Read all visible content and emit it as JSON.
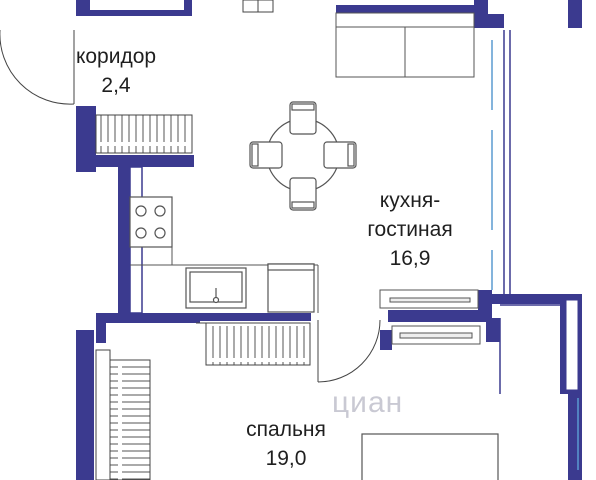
{
  "plan": {
    "wall_color": "#3b3a8f",
    "rooms": [
      {
        "id": "corridor",
        "name": "коридор",
        "area": "2,4"
      },
      {
        "id": "kitchen",
        "name_line1": "кухня-",
        "name_line2": "гостиная",
        "area": "16,9"
      },
      {
        "id": "bedroom",
        "name": "спальня",
        "area": "19,0"
      }
    ],
    "watermark": "циан"
  }
}
